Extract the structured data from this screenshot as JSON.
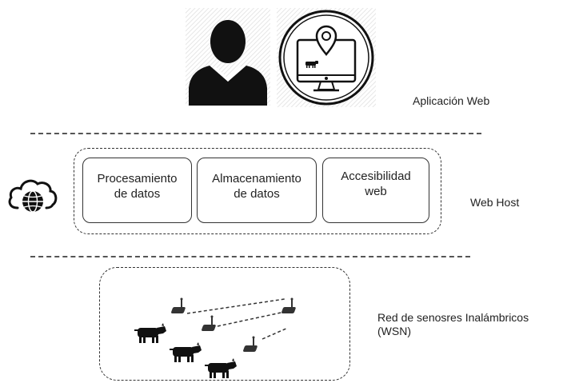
{
  "layers": {
    "web_app": {
      "label": "Aplicación  Web"
    },
    "web_host": {
      "label": "Web Host",
      "services": [
        {
          "line1": "Procesamiento",
          "line2": "de datos"
        },
        {
          "line1": "Almacenamiento",
          "line2": "de datos"
        },
        {
          "line1": "Accesibilidad",
          "line2": "web"
        }
      ]
    },
    "wsn": {
      "line1": "Red de senosres Inalámbricos",
      "line2": "(WSN)"
    }
  },
  "icons": [
    "user-icon",
    "monitor-location-icon",
    "cow-icon",
    "cloud-globe-icon",
    "sensor-node-icon"
  ],
  "colors": {
    "line": "#333333",
    "fill": "#111111",
    "background": "#ffffff"
  }
}
